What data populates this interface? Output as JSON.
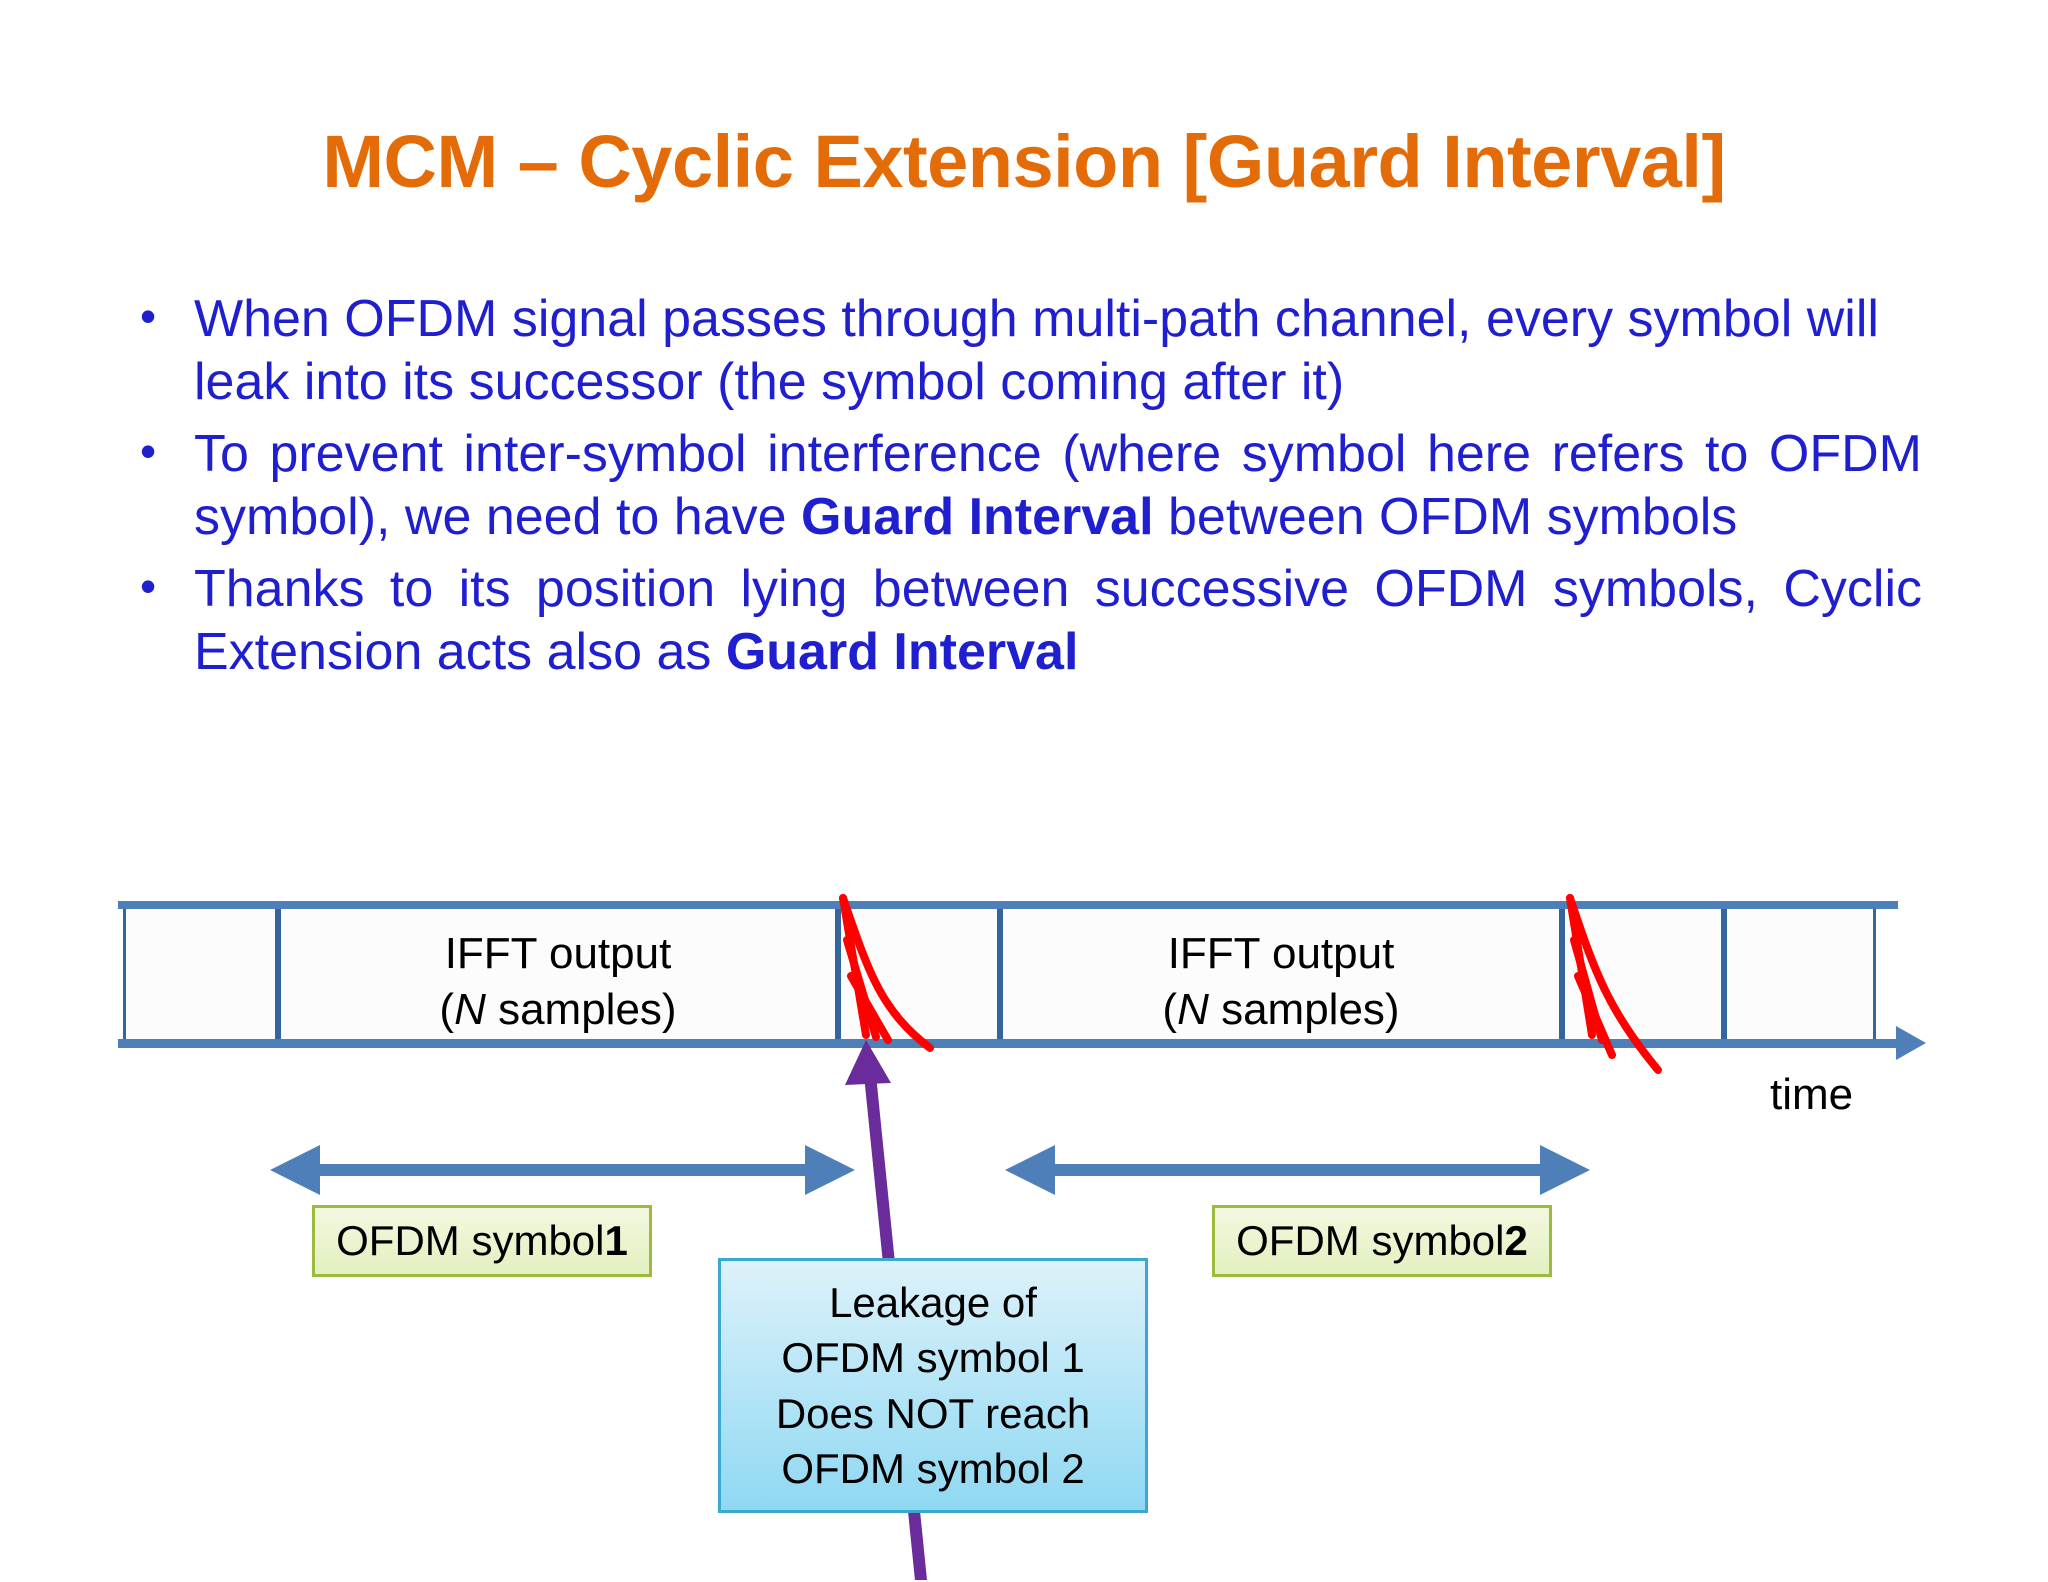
{
  "slide": {
    "title": "MCM – Cyclic Extension [Guard Interval]",
    "title_color": "#E36C09",
    "body_color": "#1F1FD0",
    "bullet_marker": "•"
  },
  "bullets": [
    {
      "marker": "•",
      "text_before": "When OFDM signal passes through multi-path channel, every symbol will leak into its successor (the symbol coming after it)",
      "bold": "",
      "text_after": "",
      "justify": false
    },
    {
      "marker": "•",
      "text_before": "To prevent inter-symbol interference (where symbol here refers to OFDM symbol), we need to have ",
      "bold": "Guard Interval",
      "text_after": " between OFDM symbols",
      "justify": true
    },
    {
      "marker": "•",
      "text_before": "Thanks to its position lying between successive OFDM symbols, Cyclic Extension acts also as ",
      "bold": "Guard Interval",
      "text_after": "",
      "justify": true
    }
  ],
  "diagram": {
    "time_axis_label": "time",
    "ifft_label_line1": "IFFT output",
    "ifft_label_line2_open": "(",
    "ifft_label_line2_italic": "N",
    "ifft_label_line2_rest": " samples)",
    "symbol1_badge_text": "OFDM symbol ",
    "symbol1_badge_number": "1",
    "symbol2_badge_text": "OFDM symbol  ",
    "symbol2_badge_number": "2",
    "leakage_lines": [
      "Leakage of",
      "OFDM symbol 1",
      "Does NOT reach",
      "OFDM symbol 2"
    ],
    "colors": {
      "box_border": "#36659B",
      "axis": "#4E7FB8",
      "leak_curve": "#FF0000",
      "pointer_arrow": "#6A2C9B",
      "badge_fill": "#E3F0C0",
      "badge_border": "#9BBB3C",
      "callout_fill": "#8FD8F2",
      "callout_border": "#3AA8D0"
    }
  }
}
